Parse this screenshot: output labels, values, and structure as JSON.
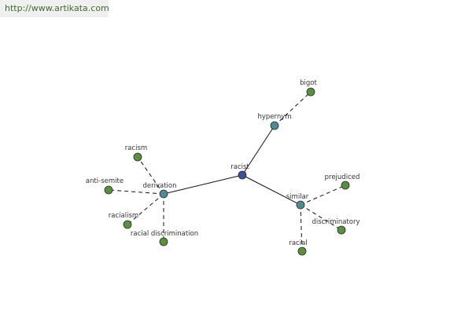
{
  "source_link": "http://www.artikata.com",
  "colors": {
    "center_node": "#3d4f9a",
    "relation_node": "#4e8c94",
    "term_node": "#5a8f3e",
    "node_stroke": "#2b2b2b",
    "edge": "#111111"
  },
  "graph": {
    "nodes": [
      {
        "id": "racist",
        "label": "racist",
        "kind": "center"
      },
      {
        "id": "hypernym",
        "label": "hypernym",
        "kind": "relation"
      },
      {
        "id": "derivation",
        "label": "derivation",
        "kind": "relation"
      },
      {
        "id": "similar",
        "label": "similar",
        "kind": "relation"
      },
      {
        "id": "bigot",
        "label": "bigot",
        "kind": "term"
      },
      {
        "id": "racism",
        "label": "racism",
        "kind": "term"
      },
      {
        "id": "anti-semite",
        "label": "anti-semite",
        "kind": "term"
      },
      {
        "id": "racialism",
        "label": "racialism",
        "kind": "term"
      },
      {
        "id": "racial-discrimination",
        "label": "racial discrimination",
        "kind": "term"
      },
      {
        "id": "prejudiced",
        "label": "prejudiced",
        "kind": "term"
      },
      {
        "id": "discriminatory",
        "label": "discriminatory",
        "kind": "term"
      },
      {
        "id": "racial",
        "label": "racial",
        "kind": "term"
      }
    ],
    "edges": [
      {
        "from": "racist",
        "to": "hypernym",
        "style": "solid"
      },
      {
        "from": "racist",
        "to": "derivation",
        "style": "solid"
      },
      {
        "from": "racist",
        "to": "similar",
        "style": "solid"
      },
      {
        "from": "hypernym",
        "to": "bigot",
        "style": "dashed"
      },
      {
        "from": "derivation",
        "to": "racism",
        "style": "dashed"
      },
      {
        "from": "derivation",
        "to": "anti-semite",
        "style": "dashed"
      },
      {
        "from": "derivation",
        "to": "racialism",
        "style": "dashed"
      },
      {
        "from": "derivation",
        "to": "racial-discrimination",
        "style": "dashed"
      },
      {
        "from": "similar",
        "to": "prejudiced",
        "style": "dashed"
      },
      {
        "from": "similar",
        "to": "discriminatory",
        "style": "dashed"
      },
      {
        "from": "similar",
        "to": "racial",
        "style": "dashed"
      }
    ]
  }
}
